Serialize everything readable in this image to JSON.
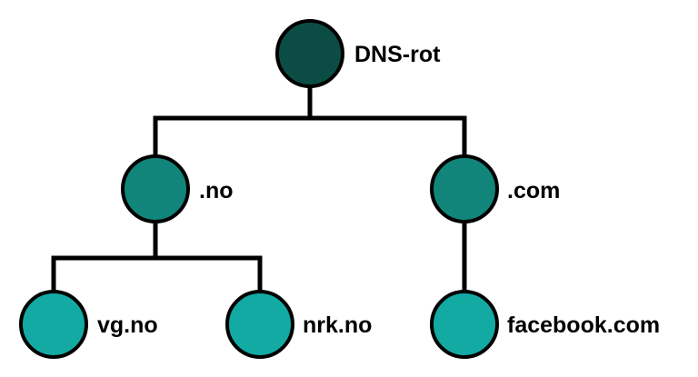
{
  "diagram": {
    "colors": {
      "root": "#0b4d45",
      "tld": "#11857a",
      "leaf": "#13aaa4",
      "line": "#000000"
    },
    "nodes": {
      "root": {
        "label": "DNS-rot"
      },
      "no": {
        "label": ".no"
      },
      "com": {
        "label": ".com"
      },
      "vg": {
        "label": "vg.no"
      },
      "nrk": {
        "label": "nrk.no"
      },
      "facebook": {
        "label": "facebook.com"
      }
    }
  }
}
